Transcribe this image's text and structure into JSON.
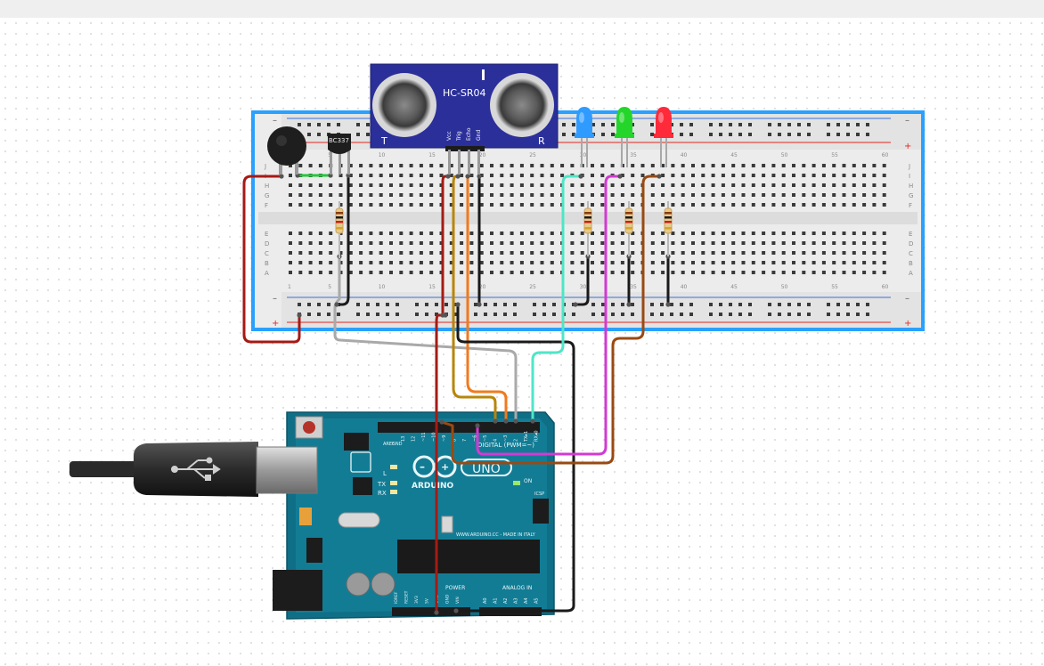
{
  "sensor": {
    "model": "HC-SR04",
    "left_mark": "T",
    "right_mark": "R",
    "pins": [
      "Vcc",
      "Trig",
      "Echo",
      "Gnd"
    ]
  },
  "transistor": {
    "model": "BC337"
  },
  "breadboard": {
    "rows_top": [
      "J",
      "I",
      "H",
      "G",
      "F"
    ],
    "rows_bottom": [
      "E",
      "D",
      "C",
      "B",
      "A"
    ],
    "columns": [
      "1",
      "5",
      "10",
      "15",
      "20",
      "25",
      "30",
      "35",
      "40",
      "45",
      "50",
      "55",
      "60"
    ],
    "rail_minus": "–",
    "rail_plus": "+"
  },
  "leds": [
    {
      "name": "led-blue",
      "color": "#2f9bff"
    },
    {
      "name": "led-green",
      "color": "#24d62a"
    },
    {
      "name": "led-red",
      "color": "#ff2a3a"
    }
  ],
  "arduino": {
    "brand": "ARDUINO",
    "model": "UNO",
    "digital_label": "DIGITAL (PWM=~)",
    "analog_label": "ANALOG IN",
    "power_label": "POWER",
    "url": "WWW.ARDUINO.CC - MADE IN ITALY",
    "icsp": "ICSP",
    "tx": "TX",
    "rx": "RX",
    "l": "L",
    "on": "ON",
    "aref": "AREF",
    "gnd": "GND",
    "digital_pins": [
      "13",
      "12",
      "~11",
      "~10",
      "~9",
      "8",
      "7",
      "~6",
      "~5",
      "4",
      "~3",
      "2",
      "TX▸1",
      "RX◂0"
    ],
    "analog_pins": [
      "A0",
      "A1",
      "A2",
      "A3",
      "A4",
      "A5"
    ],
    "power_pins": [
      "IOREF",
      "RESET",
      "3V3",
      "5V",
      "GND",
      "GND",
      "VIN"
    ]
  },
  "wire_colors": {
    "red": "#a51a14",
    "black": "#1a1a1a",
    "green": "#22c83c",
    "gray": "#a9a9a9",
    "orange": "#f07a1e",
    "ochre": "#b8860b",
    "teal": "#4ee6c8",
    "magenta": "#d23ad2",
    "brown": "#9a4a12"
  }
}
